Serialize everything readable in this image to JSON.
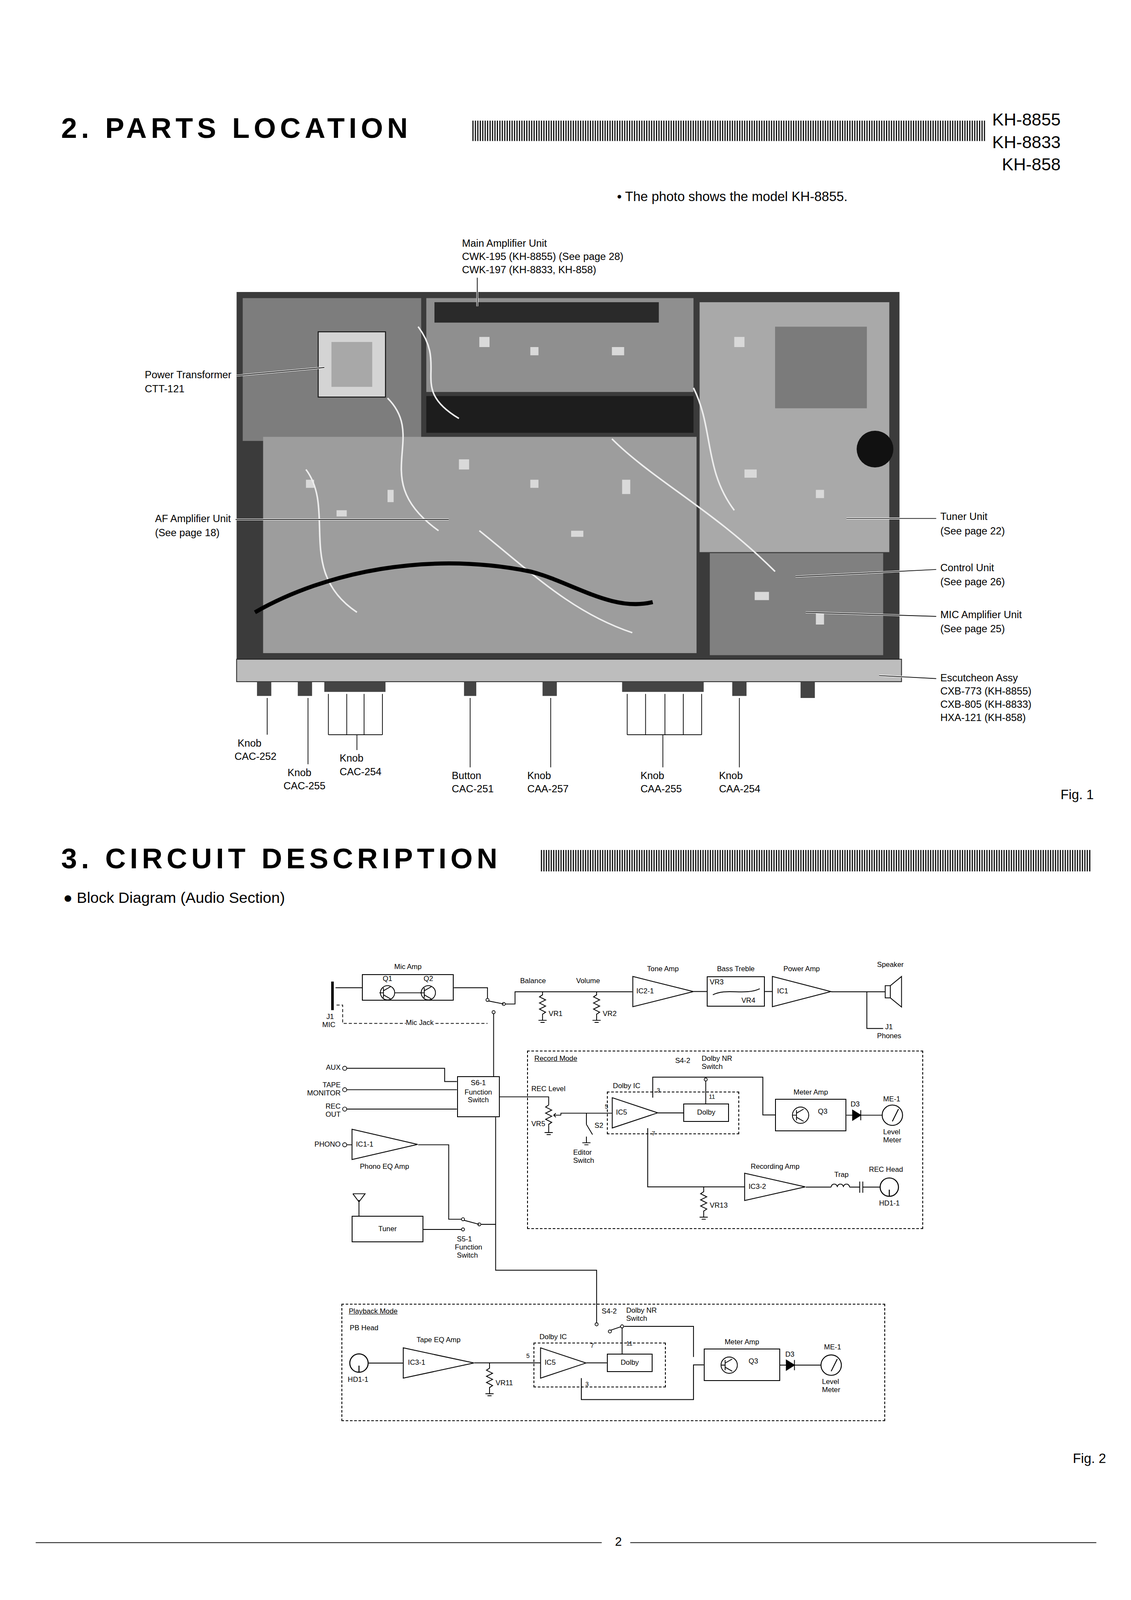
{
  "diagram": {
    "title": "2. PARTS LOCATION",
    "nodes": [
      {
        "text": [
          "Mic Amp",
          "Q1",
          "Q2"
        ]
      },
      {
        "text": [
          "Tone Amp",
          "IC2-1"
        ]
      },
      {
        "text": [
          "Bass Treble",
          "VR3",
          "VR4"
        ]
      },
      {
        "text": [
          "Power Amp",
          "IC1"
        ]
      },
      {
        "text": [
          "S6-1",
          "Function Switch"
        ]
      },
      {
        "text": [
          "IC1-1",
          "Phono EQ Amp"
        ]
      },
      {
        "text": [
          "Tuner"
        ]
      },
      {
        "text": [
          "Record Mode"
        ]
      },
      {
        "text": [
          "Dolby IC"
        ],
        "in": 7
      },
      {
        "text": [
          "IC5"
        ],
        "in": 8
      },
      {
        "text": [
          "Dolby"
        ],
        "in": 8
      },
      {
        "text": [
          "Meter Amp",
          "Q3"
        ],
        "in": 7
      },
      {
        "text": [
          "Recording Amp",
          "IC3-2"
        ],
        "in": 7
      },
      {
        "text": [
          "Playback Mode"
        ]
      },
      {
        "text": [
          "Tape EQ Amp",
          "IC3-1"
        ],
        "in": 13
      },
      {
        "text": [
          "Dolby IC"
        ],
        "in": 13
      },
      {
        "text": [
          "IC5"
        ],
        "in": 15
      },
      {
        "text": [
          "Dolby"
        ],
        "in": 15
      },
      {
        "text": [
          "Meter Amp",
          "Q3"
        ],
        "in": 13
      }
    ],
    "edges": [
      {
        "from": 1,
        "to": 2,
        "arrow": "none"
      },
      {
        "from": 2,
        "to": 3,
        "arrow": "none"
      },
      {
        "from": 9,
        "to": 10,
        "arrow": "none"
      },
      {
        "from": 9,
        "to": 11,
        "arrow": "none"
      },
      {
        "from": 9,
        "to": 12,
        "arrow": "none"
      },
      {
        "from": 14,
        "to": 16,
        "arrow": "none"
      },
      {
        "from": 16,
        "to": 17,
        "arrow": "none"
      },
      {
        "from": 16,
        "to": 18,
        "arrow": "none"
      }
    ],
    "labels": [
      "KH-8855",
      "KH-8833",
      "KH-858",
      "• The photo shows the model KH-8855.",
      "Main Amplifier Unit",
      "CWK-195 (KH-8855) (See page 28)",
      "CWK-197 (KH-8833, KH-858)",
      "Power Transformer",
      "CTT-121",
      "AF Amplifier Unit",
      "(See page 18)",
      "Tuner Unit",
      "(See page 22)",
      "Control Unit",
      "(See page 26)",
      "MIC Amplifier Unit",
      "(See page 25)",
      "Escutcheon Assy",
      "CXB-773 (KH-8855)",
      "CXB-805 (KH-8833)",
      "HXA-121 (KH-858)",
      "Knob",
      "CAC-252",
      "Knob",
      "CAC-255",
      "Knob",
      "CAC-254",
      "Button",
      "CAC-251",
      "Knob",
      "CAA-257",
      "Knob",
      "CAA-255",
      "Knob",
      "CAA-254",
      "Fig. 1",
      "3. CIRCUIT DESCRIPTION",
      "● Block Diagram (Audio Section)",
      "J1",
      "MIC",
      "Mic Jack",
      "Balance",
      "Volume",
      "VR1",
      "VR2",
      "Speaker",
      "J1",
      "Phones",
      "AUX",
      "TAPE",
      "MONITOR",
      "REC",
      "OUT",
      "PHONO",
      "S5-1",
      "Function",
      "Switch",
      "REC Level",
      "VR5",
      "S2",
      "Editor",
      "Switch",
      "S4-2",
      "Dolby NR",
      "Switch",
      "5",
      "3",
      "7",
      "11",
      "D3",
      "ME-1",
      "Level",
      "Meter",
      "VR13",
      "Trap",
      "REC Head",
      "HD1-1",
      "PB Head",
      "HD1-1",
      "VR11",
      "S4-2",
      "Dolby NR",
      "Switch",
      "5",
      "7",
      "3",
      "11",
      "D3",
      "ME-1",
      "Level",
      "Meter",
      "Fig. 2",
      "2"
    ]
  }
}
